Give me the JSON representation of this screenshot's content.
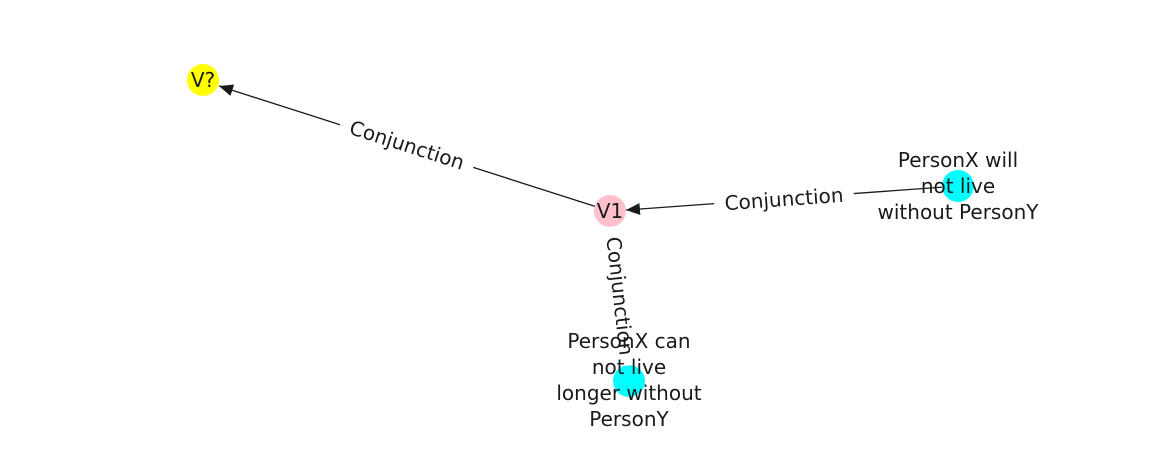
{
  "nodes": [
    {
      "id": "v_query",
      "label": "V?",
      "color": "#ffff00"
    },
    {
      "id": "v1",
      "label": "V1",
      "color": "#ffc0cb"
    },
    {
      "id": "personx_will",
      "label_lines": [
        "PersonX will",
        "not live",
        "without PersonY"
      ],
      "color": "#00ffff"
    },
    {
      "id": "personx_can",
      "label_lines": [
        "PersonX can",
        "not live",
        "longer without",
        "PersonY"
      ],
      "color": "#00ffff"
    }
  ],
  "edges": [
    {
      "from": "v1",
      "to": "v_query",
      "label": "Conjunction"
    },
    {
      "from": "personx_will",
      "to": "v1",
      "label": "Conjunction"
    },
    {
      "from": "personx_can",
      "to": "v1",
      "label": "Conjunction"
    }
  ],
  "colors": {
    "edge": "#1a1a1a",
    "background": "#ffffff"
  }
}
